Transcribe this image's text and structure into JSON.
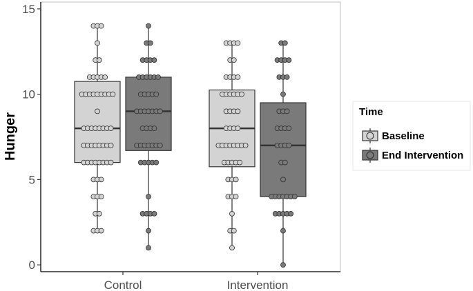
{
  "chart_data": {
    "type": "box",
    "title": "",
    "xlabel": "",
    "ylabel": "Hunger",
    "ylim": [
      -0.4,
      15.4
    ],
    "yticks": [
      0,
      5,
      10,
      15
    ],
    "categories": [
      "Control",
      "Intervention"
    ],
    "legend": {
      "title": "Time",
      "position": "right"
    },
    "grid": false,
    "series": [
      {
        "name": "Baseline",
        "color": "#d3d3d3",
        "boxes": [
          {
            "q1": 6,
            "median": 8,
            "q3": 10.75,
            "min": 2,
            "max": 14,
            "points": [
              14,
              14,
              14,
              13,
              12,
              12,
              11,
              11,
              11,
              11,
              11,
              10,
              10,
              10,
              10,
              10,
              10,
              10,
              10,
              10,
              9,
              8,
              8,
              8,
              8,
              8,
              8,
              8,
              8,
              7,
              7,
              7,
              7,
              7,
              7,
              7,
              7,
              6,
              6,
              6,
              6,
              6,
              6,
              6,
              6,
              5,
              5,
              5,
              4,
              4,
              4,
              3,
              3,
              2,
              2,
              2
            ]
          },
          {
            "q1": 5.75,
            "median": 8,
            "q3": 10.25,
            "min": 1,
            "max": 13,
            "points": [
              13,
              13,
              13,
              13,
              12,
              12,
              11,
              11,
              11,
              11,
              10,
              10,
              10,
              10,
              10,
              10,
              9,
              9,
              9,
              9,
              8,
              8,
              8,
              8,
              7,
              7,
              7,
              7,
              7,
              7,
              7,
              7,
              6,
              6,
              6,
              6,
              6,
              5,
              5,
              5,
              4,
              4,
              4,
              3,
              2,
              2,
              1
            ]
          }
        ]
      },
      {
        "name": "End Intervention",
        "color": "#7a7a7a",
        "boxes": [
          {
            "q1": 6.7,
            "median": 9,
            "q3": 11,
            "min": 1,
            "max": 14,
            "points": [
              14,
              13,
              13,
              12,
              12,
              12,
              12,
              11,
              11,
              11,
              11,
              11,
              11,
              10,
              10,
              10,
              10,
              10,
              9,
              9,
              9,
              9,
              9,
              9,
              9,
              8,
              8,
              8,
              8,
              7,
              7,
              7,
              7,
              7,
              7,
              7,
              6,
              6,
              6,
              6,
              6,
              4,
              3,
              3,
              3,
              3,
              2,
              1
            ]
          },
          {
            "q1": 4,
            "median": 7,
            "q3": 9.5,
            "min": 0,
            "max": 13,
            "points": [
              13,
              13,
              12,
              12,
              12,
              12,
              11,
              11,
              11,
              10,
              9,
              9,
              9,
              8,
              8,
              8,
              8,
              7,
              7,
              7,
              7,
              6,
              6,
              5,
              4,
              4,
              4,
              4,
              4,
              4,
              4,
              3,
              3,
              3,
              3,
              3,
              2,
              0
            ]
          }
        ]
      }
    ]
  }
}
